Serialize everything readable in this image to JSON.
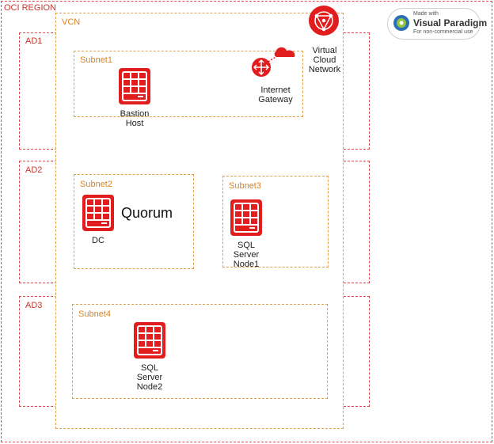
{
  "region": {
    "label": "OCI REGION"
  },
  "ads": [
    {
      "label": "AD1"
    },
    {
      "label": "AD2"
    },
    {
      "label": "AD3"
    }
  ],
  "vcn": {
    "label": "VCN",
    "icon_caption": "Virtual\nCloud\nNetwork",
    "icon": "vcn-network-icon"
  },
  "subnets": [
    {
      "label": "Subnet1"
    },
    {
      "label": "Subnet2"
    },
    {
      "label": "Subnet3"
    },
    {
      "label": "Subnet4"
    }
  ],
  "nodes": {
    "bastion": {
      "caption": "Bastion\nHost",
      "icon": "server-icon"
    },
    "gateway": {
      "caption": "Internet\nGateway",
      "icon": "internet-gateway-icon"
    },
    "dc": {
      "caption": "DC",
      "icon": "server-icon"
    },
    "sql1": {
      "caption": "SQL\nServer\nNode1",
      "icon": "server-icon"
    },
    "sql2": {
      "caption": "SQL\nServer\nNode2",
      "icon": "server-icon"
    }
  },
  "quorum": {
    "label": "Quorum"
  },
  "watermark": {
    "made_with": "Made with",
    "brand": "Visual Paradigm",
    "note": "For non-commercial use"
  },
  "colors": {
    "oracle_red": "#e21d1d",
    "region_border": "#e04a4a",
    "vcn_border": "#e3a04c"
  }
}
